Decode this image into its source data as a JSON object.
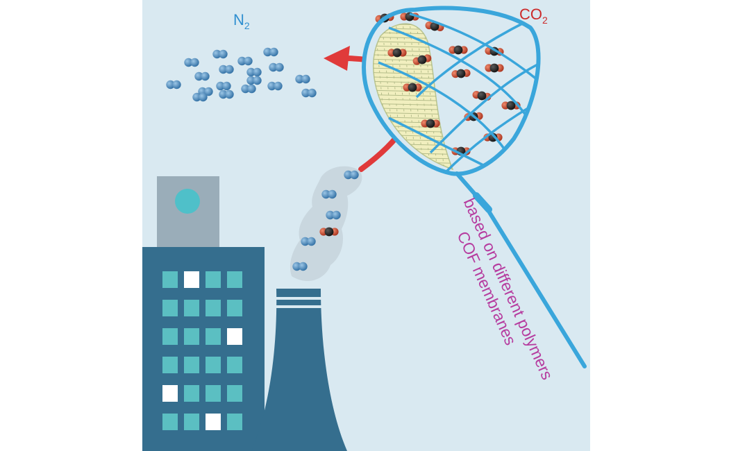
{
  "labels": {
    "n2": {
      "base": "N",
      "sub": "2"
    },
    "co2": {
      "base": "CO",
      "sub": "2"
    },
    "membrane_line1": "COF membranes",
    "membrane_line2": "based on different polymers"
  },
  "colors": {
    "background": "#d9e9f1",
    "nitrogen": "#3f7fb1",
    "carbon": "#1e1e1e",
    "oxygen": "#c0432b",
    "arrow": "#e03a3a",
    "net": "#3aa6db",
    "membrane": "#f1efbf",
    "building": "#356e8e",
    "window": "#5bbfc2",
    "window_lit": "#ffffff",
    "tank": "#9aadb9",
    "tank_dot": "#4fc0c9",
    "chimney": "#356e8e",
    "smoke": "#c6d4dc",
    "n2_label": "#2f8fd0",
    "co2_label": "#cc2a2a",
    "membrane_label": "#b63c9f"
  },
  "icons": [
    "factory-icon",
    "chimney-icon",
    "net-icon",
    "molecule-icon",
    "arrow-icon"
  ]
}
